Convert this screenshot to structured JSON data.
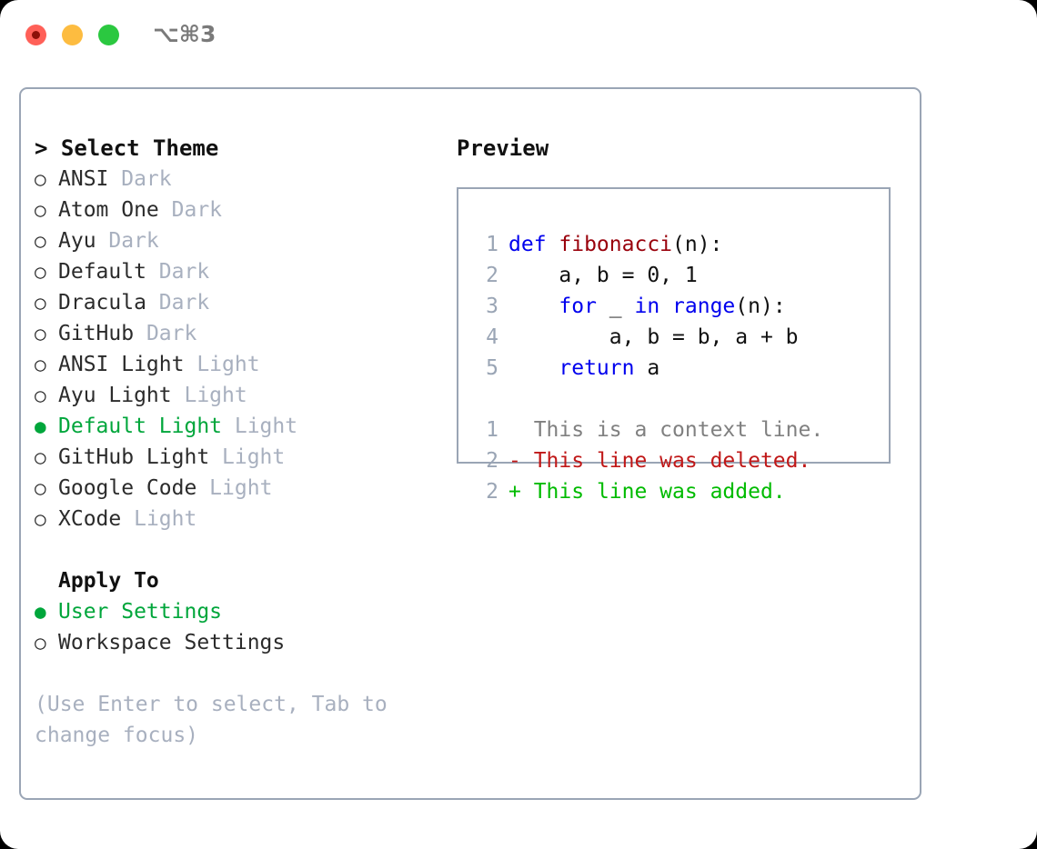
{
  "titlebar": {
    "shortcut": "⌥⌘3",
    "dots": [
      {
        "name": "close",
        "color": "#ff6058"
      },
      {
        "name": "minimize",
        "color": "#fdbc40"
      },
      {
        "name": "maximize",
        "color": "#2bc840"
      }
    ]
  },
  "theme_selector": {
    "heading": "> Select Theme",
    "marker_selected": "●",
    "marker_unselected": "○",
    "items": [
      {
        "label": "ANSI",
        "tag": " Dark",
        "selected": false
      },
      {
        "label": "Atom One",
        "tag": " Dark",
        "selected": false
      },
      {
        "label": "Ayu",
        "tag": " Dark",
        "selected": false
      },
      {
        "label": "Default",
        "tag": " Dark",
        "selected": false
      },
      {
        "label": "Dracula",
        "tag": " Dark",
        "selected": false
      },
      {
        "label": "GitHub",
        "tag": " Dark",
        "selected": false
      },
      {
        "label": "ANSI Light",
        "tag": " Light",
        "selected": false
      },
      {
        "label": "Ayu Light",
        "tag": " Light",
        "selected": false
      },
      {
        "label": "Default Light",
        "tag": " Light",
        "selected": true
      },
      {
        "label": "GitHub Light",
        "tag": " Light",
        "selected": false
      },
      {
        "label": "Google Code",
        "tag": " Light",
        "selected": false
      },
      {
        "label": "XCode",
        "tag": " Light",
        "selected": false
      }
    ]
  },
  "apply_to": {
    "heading": "Apply To",
    "items": [
      {
        "label": "User Settings",
        "selected": true
      },
      {
        "label": "Workspace Settings",
        "selected": false
      }
    ]
  },
  "hint": "(Use Enter to select, Tab to change focus)",
  "preview": {
    "title": "Preview",
    "code_lines": [
      {
        "no": "1",
        "segments": [
          {
            "text": "def ",
            "style": "kw"
          },
          {
            "text": "fibonacci",
            "style": "fn"
          },
          {
            "text": "(n):",
            "style": "plain"
          }
        ]
      },
      {
        "no": "2",
        "segments": [
          {
            "text": "    a, b = 0, 1",
            "style": "plain"
          }
        ]
      },
      {
        "no": "3",
        "segments": [
          {
            "text": "    ",
            "style": "plain"
          },
          {
            "text": "for",
            "style": "kw"
          },
          {
            "text": " _ ",
            "style": "plain"
          },
          {
            "text": "in",
            "style": "kw"
          },
          {
            "text": " ",
            "style": "plain"
          },
          {
            "text": "range",
            "style": "kw"
          },
          {
            "text": "(n):",
            "style": "plain"
          }
        ]
      },
      {
        "no": "4",
        "segments": [
          {
            "text": "        a, b = b, a + b",
            "style": "plain"
          }
        ]
      },
      {
        "no": "5",
        "segments": [
          {
            "text": "    ",
            "style": "plain"
          },
          {
            "text": "return",
            "style": "kw"
          },
          {
            "text": " a",
            "style": "plain"
          }
        ]
      }
    ],
    "diff_lines": [
      {
        "no": "1",
        "marker": "  ",
        "text": "This is a context line.",
        "style": "diff-ctx"
      },
      {
        "no": "2",
        "marker": "- ",
        "text": "This line was deleted.",
        "style": "diff-del"
      },
      {
        "no": "2",
        "marker": "+ ",
        "text": "This line was added.",
        "style": "diff-add"
      }
    ]
  },
  "colors": {
    "accent_green": "#00a63b",
    "muted": "#a8b0bf",
    "border": "#9aa5b5",
    "keyword_blue": "#0000ee",
    "function_red": "#99000b",
    "diff_deleted": "#c01818",
    "diff_added": "#00bb00",
    "diff_context": "#808080"
  }
}
